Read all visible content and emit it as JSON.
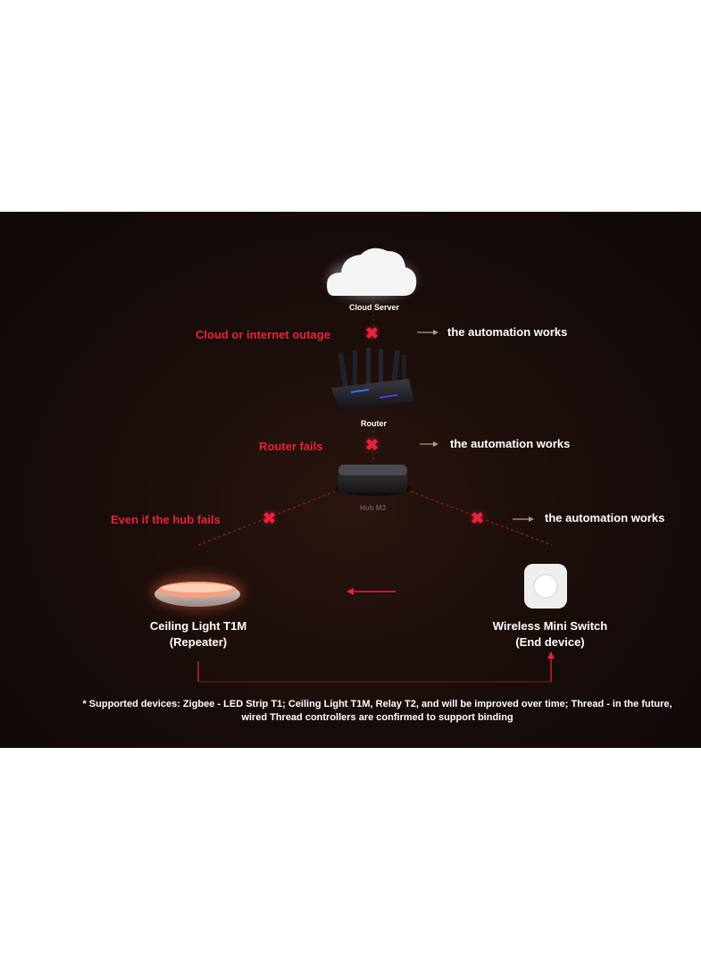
{
  "colors": {
    "accent_red": "#e8233c",
    "panel_background": "#1a0d0a",
    "text": "#ffffff"
  },
  "cloud": {
    "label": "Cloud Server",
    "failure_text": "Cloud or internet outage",
    "result_text": "the automation works",
    "icon": "cloud-icon"
  },
  "router": {
    "label": "Router",
    "failure_text": "Router fails",
    "result_text": "the automation works",
    "icon": "router-icon"
  },
  "hub": {
    "label": "Hub M3",
    "failure_text": "Even if the hub fails",
    "result_text": "the automation works",
    "icon": "hub-icon"
  },
  "ceiling_light": {
    "name": "Ceiling Light T1M",
    "role": "(Repeater)",
    "icon": "ceiling-light-icon"
  },
  "mini_switch": {
    "name": "Wireless Mini Switch",
    "role": "(End device)",
    "icon": "wireless-switch-icon"
  },
  "footnote": {
    "line1": "* Supported devices: Zigbee - LED Strip T1; Ceiling Light T1M, Relay T2, and will be improved over time; Thread - in the future,",
    "line2": "wired Thread controllers are confirmed to support binding"
  }
}
